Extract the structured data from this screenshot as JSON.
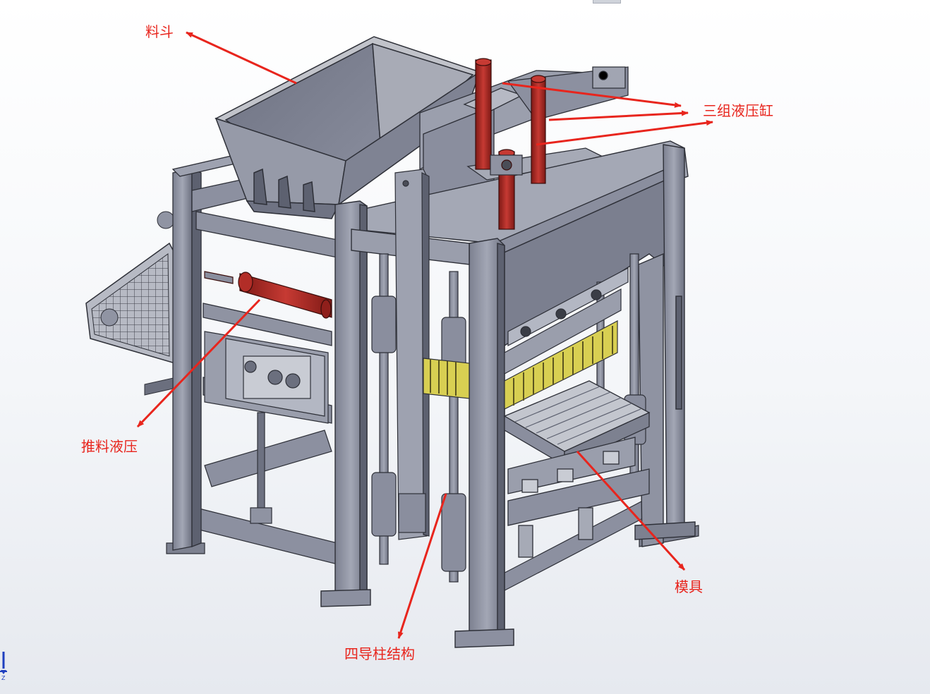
{
  "labels": {
    "hopper": "料斗",
    "cylinders": "三组液压缸",
    "push_hydraulic": "推料液压",
    "mould": "模具",
    "guide_columns": "四导柱结构"
  },
  "triad_axis": "Z",
  "colors": {
    "annotation": "#e8251d",
    "frame": "#8f93a2",
    "frame_dark": "#5d6170",
    "hydraulic": "#a5231f",
    "mould_teeth": "#d8cf52"
  }
}
